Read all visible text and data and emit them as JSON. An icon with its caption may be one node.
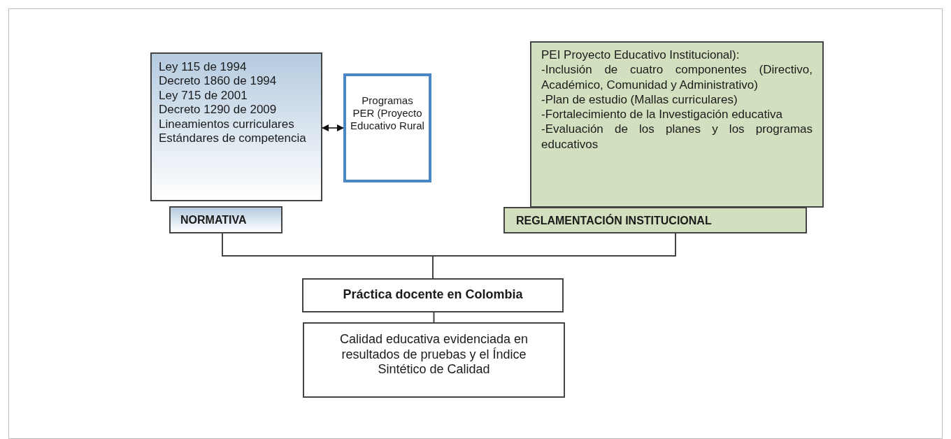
{
  "diagram": {
    "nodes": [
      {
        "text": [
          "Ley 115 de 1994",
          "Decreto 1860 de 1994",
          "Ley 715 de 2001",
          "Decreto 1290 de 2009",
          "Lineamientos curriculares",
          "Estándares de competencia"
        ]
      },
      {
        "text": [
          "Programas PER (Proyecto Educativo Rural"
        ]
      },
      {
        "text": [
          "NORMATIVA"
        ]
      },
      {
        "text": [
          "PEI Proyecto Educativo Institucional):",
          "-Inclusión de cuatro componentes (Directivo, Académico, Comunidad y Administrativo)",
          "-Plan de estudio (Mallas curriculares)",
          "-Fortalecimiento de la Investigación educativa",
          "-Evaluación de los planes y los programas educativos"
        ]
      },
      {
        "text": [
          "REGLAMENTACIÓN INSTITUCIONAL"
        ]
      },
      {
        "text": [
          "Práctica docente en Colombia"
        ]
      },
      {
        "text": [
          "Calidad educativa evidenciada en resultados de pruebas y el Índice Sintético de Calidad"
        ]
      }
    ],
    "edges": [
      {
        "from": 0,
        "to": 1,
        "arrow": "both"
      },
      {
        "from": 2,
        "to": 5,
        "arrow": "none"
      },
      {
        "from": 4,
        "to": 5,
        "arrow": "none"
      },
      {
        "from": 5,
        "to": 6,
        "arrow": "none"
      }
    ]
  }
}
